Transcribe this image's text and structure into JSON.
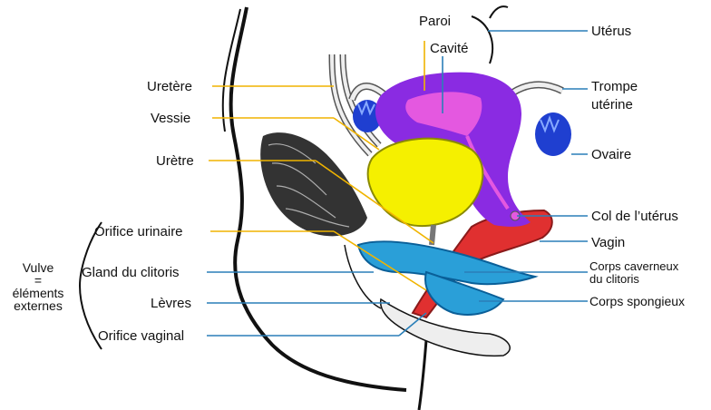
{
  "labels": {
    "paroi": "Paroi",
    "cavite": "Cavité",
    "uterus": "Utérus",
    "uretere": "Uretère",
    "trompe_line1": "Trompe",
    "trompe_line2": "utérine",
    "vessie": "Vessie",
    "uretre": "Urètre",
    "ovaire": "Ovaire",
    "col": "Col de l’utérus",
    "vagin": "Vagin",
    "orifice_urinaire": "Orifice urinaire",
    "gland": "Gland du clitoris",
    "corps_caverneux_line1": "Corps caverneux",
    "corps_caverneux_line2": "du clitoris",
    "levres": "Lèvres",
    "corps_spongieux": "Corps spongieux",
    "orifice_vaginal": "Orifice vaginal",
    "vulve_line1": "Vulve",
    "vulve_line2": "=",
    "vulve_line3": "éléments",
    "vulve_line4": "externes"
  },
  "colors": {
    "leader_yellow": "#f0b400",
    "leader_blue": "#2a7fb8",
    "uterus_wall": "#8a2be2",
    "uterus_cavity": "#e458e0",
    "bladder": "#f5f000",
    "ovary": "#1f3fd0",
    "vagina": "#e03030",
    "clitoris": "#2a9fd8",
    "hair": "#222222"
  }
}
